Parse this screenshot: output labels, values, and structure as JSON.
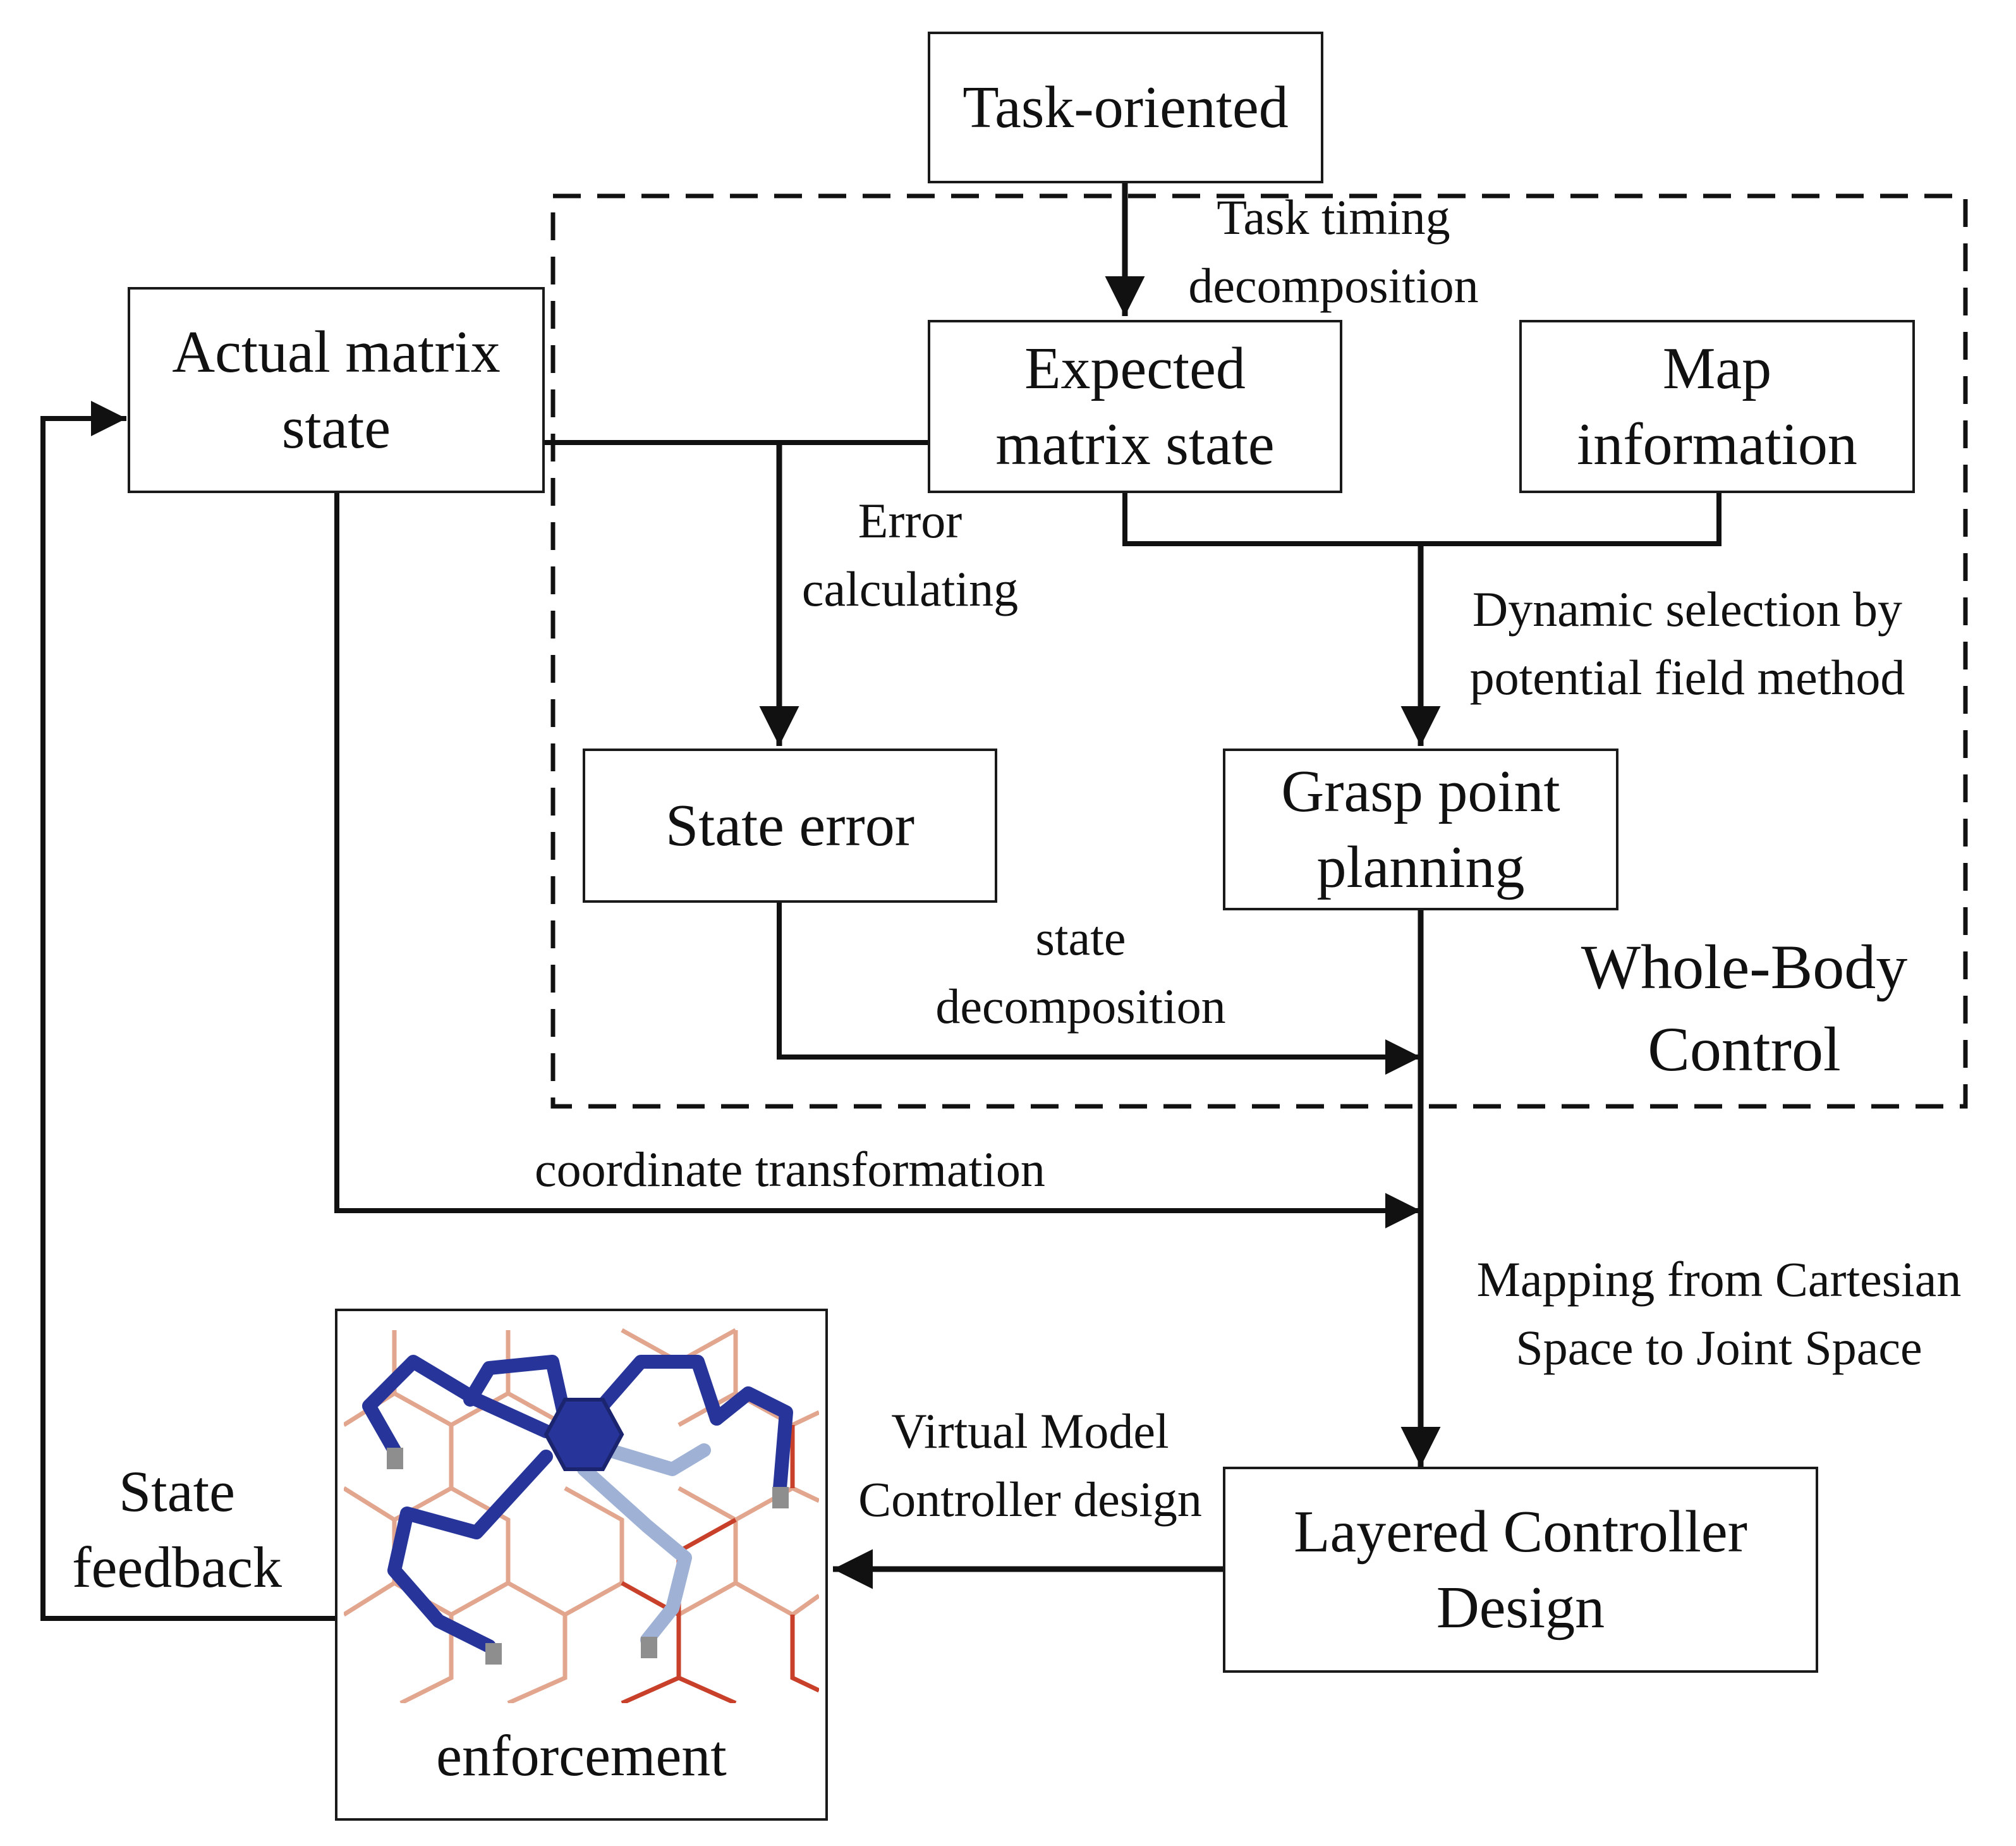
{
  "boxes": {
    "task": "Task-oriented",
    "actual": "Actual matrix\nstate",
    "expected": "Expected\nmatrix state",
    "map": "Map\ninformation",
    "state_error": "State error",
    "grasp": "Grasp point\nplanning",
    "layered": "Layered Controller\nDesign"
  },
  "labels": {
    "task_timing": "Task timing\ndecomposition",
    "error_calc": "Error\ncalculating",
    "dynamic_selection": "Dynamic selection by\npotential field method",
    "state_decomp": "state\ndecomposition",
    "whole_body": "Whole-Body\nControl",
    "coord_transform": "coordinate transformation",
    "mapping": "Mapping from Cartesian\nSpace to Joint Space",
    "virtual_model": "Virtual Model\nController design",
    "state_feedback": "State\nfeedback"
  },
  "photo": {
    "caption": "enforcement"
  },
  "colors": {
    "line": "#111111",
    "robot_dark": "#27359b",
    "robot_light": "#9fb2d6",
    "lattice_red": "#c8402a",
    "lattice_light": "#e2a58e"
  }
}
